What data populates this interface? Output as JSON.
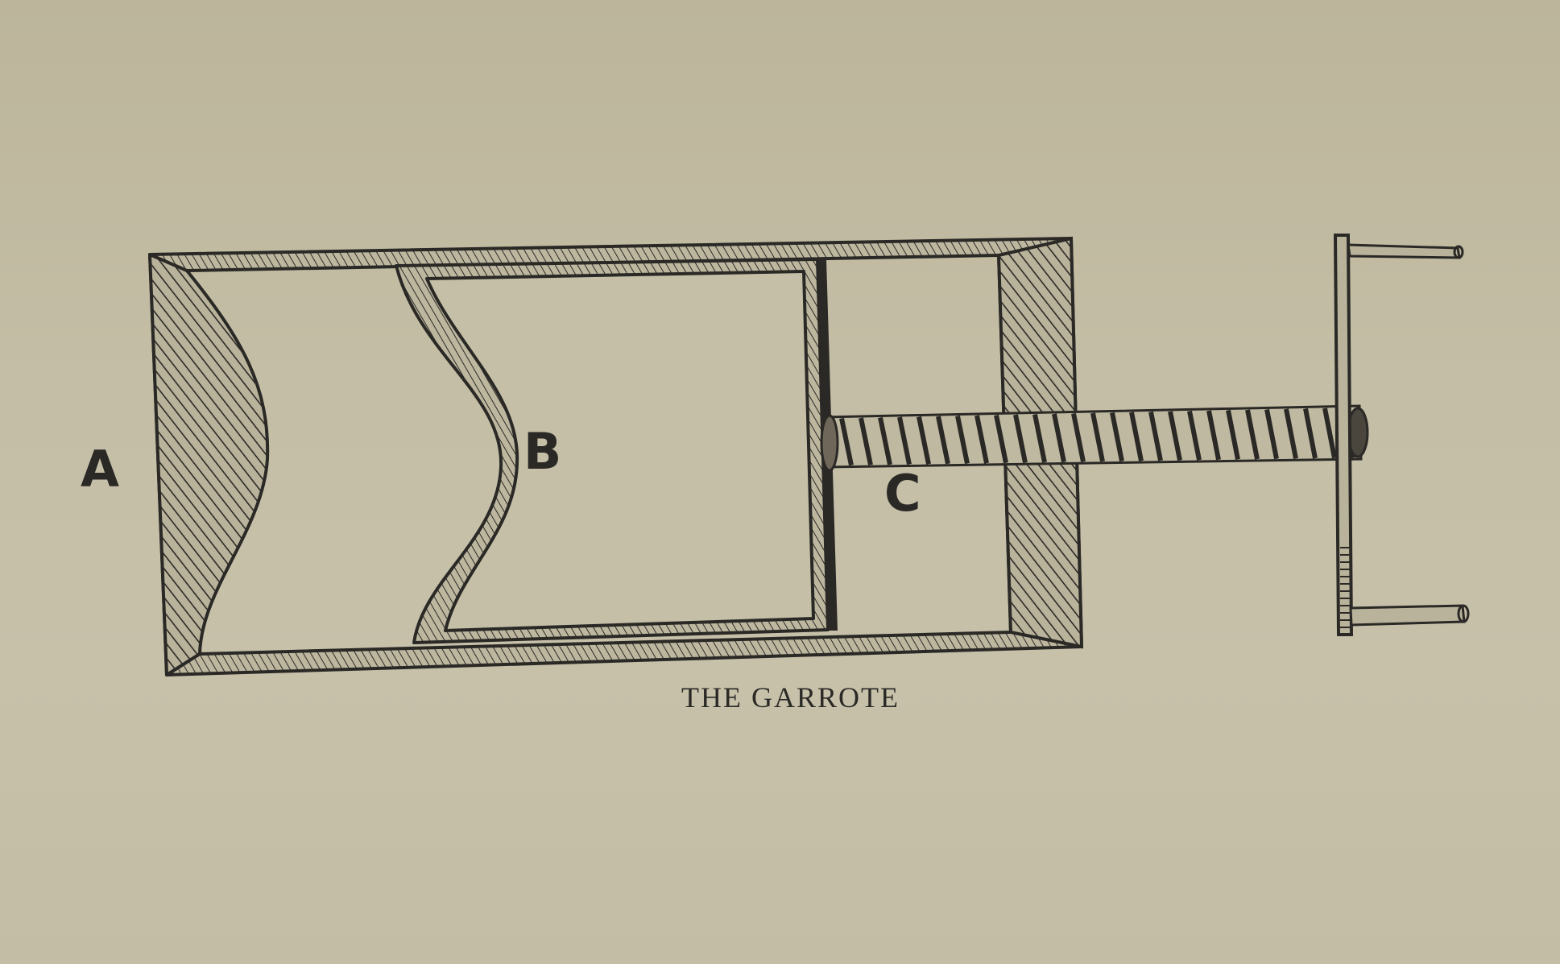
{
  "labels": {
    "a": "A",
    "b": "B",
    "c": "C"
  },
  "caption": "THE GARROTE",
  "colors": {
    "paper": "#c4bea6",
    "ink": "#2b2926"
  }
}
